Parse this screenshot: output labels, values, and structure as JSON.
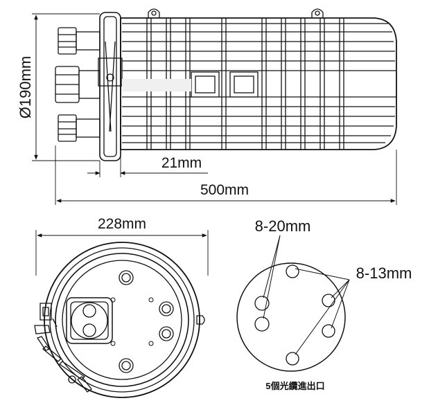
{
  "labels": {
    "diameter": "Ø190mm",
    "inner_length": "21mm",
    "total_length": "500mm",
    "width": "228mm",
    "port_large": "8-20mm",
    "port_small": "8-13mm",
    "caption": "5個光纜進出口"
  },
  "colors": {
    "line": "#111111",
    "background": "#ffffff"
  }
}
